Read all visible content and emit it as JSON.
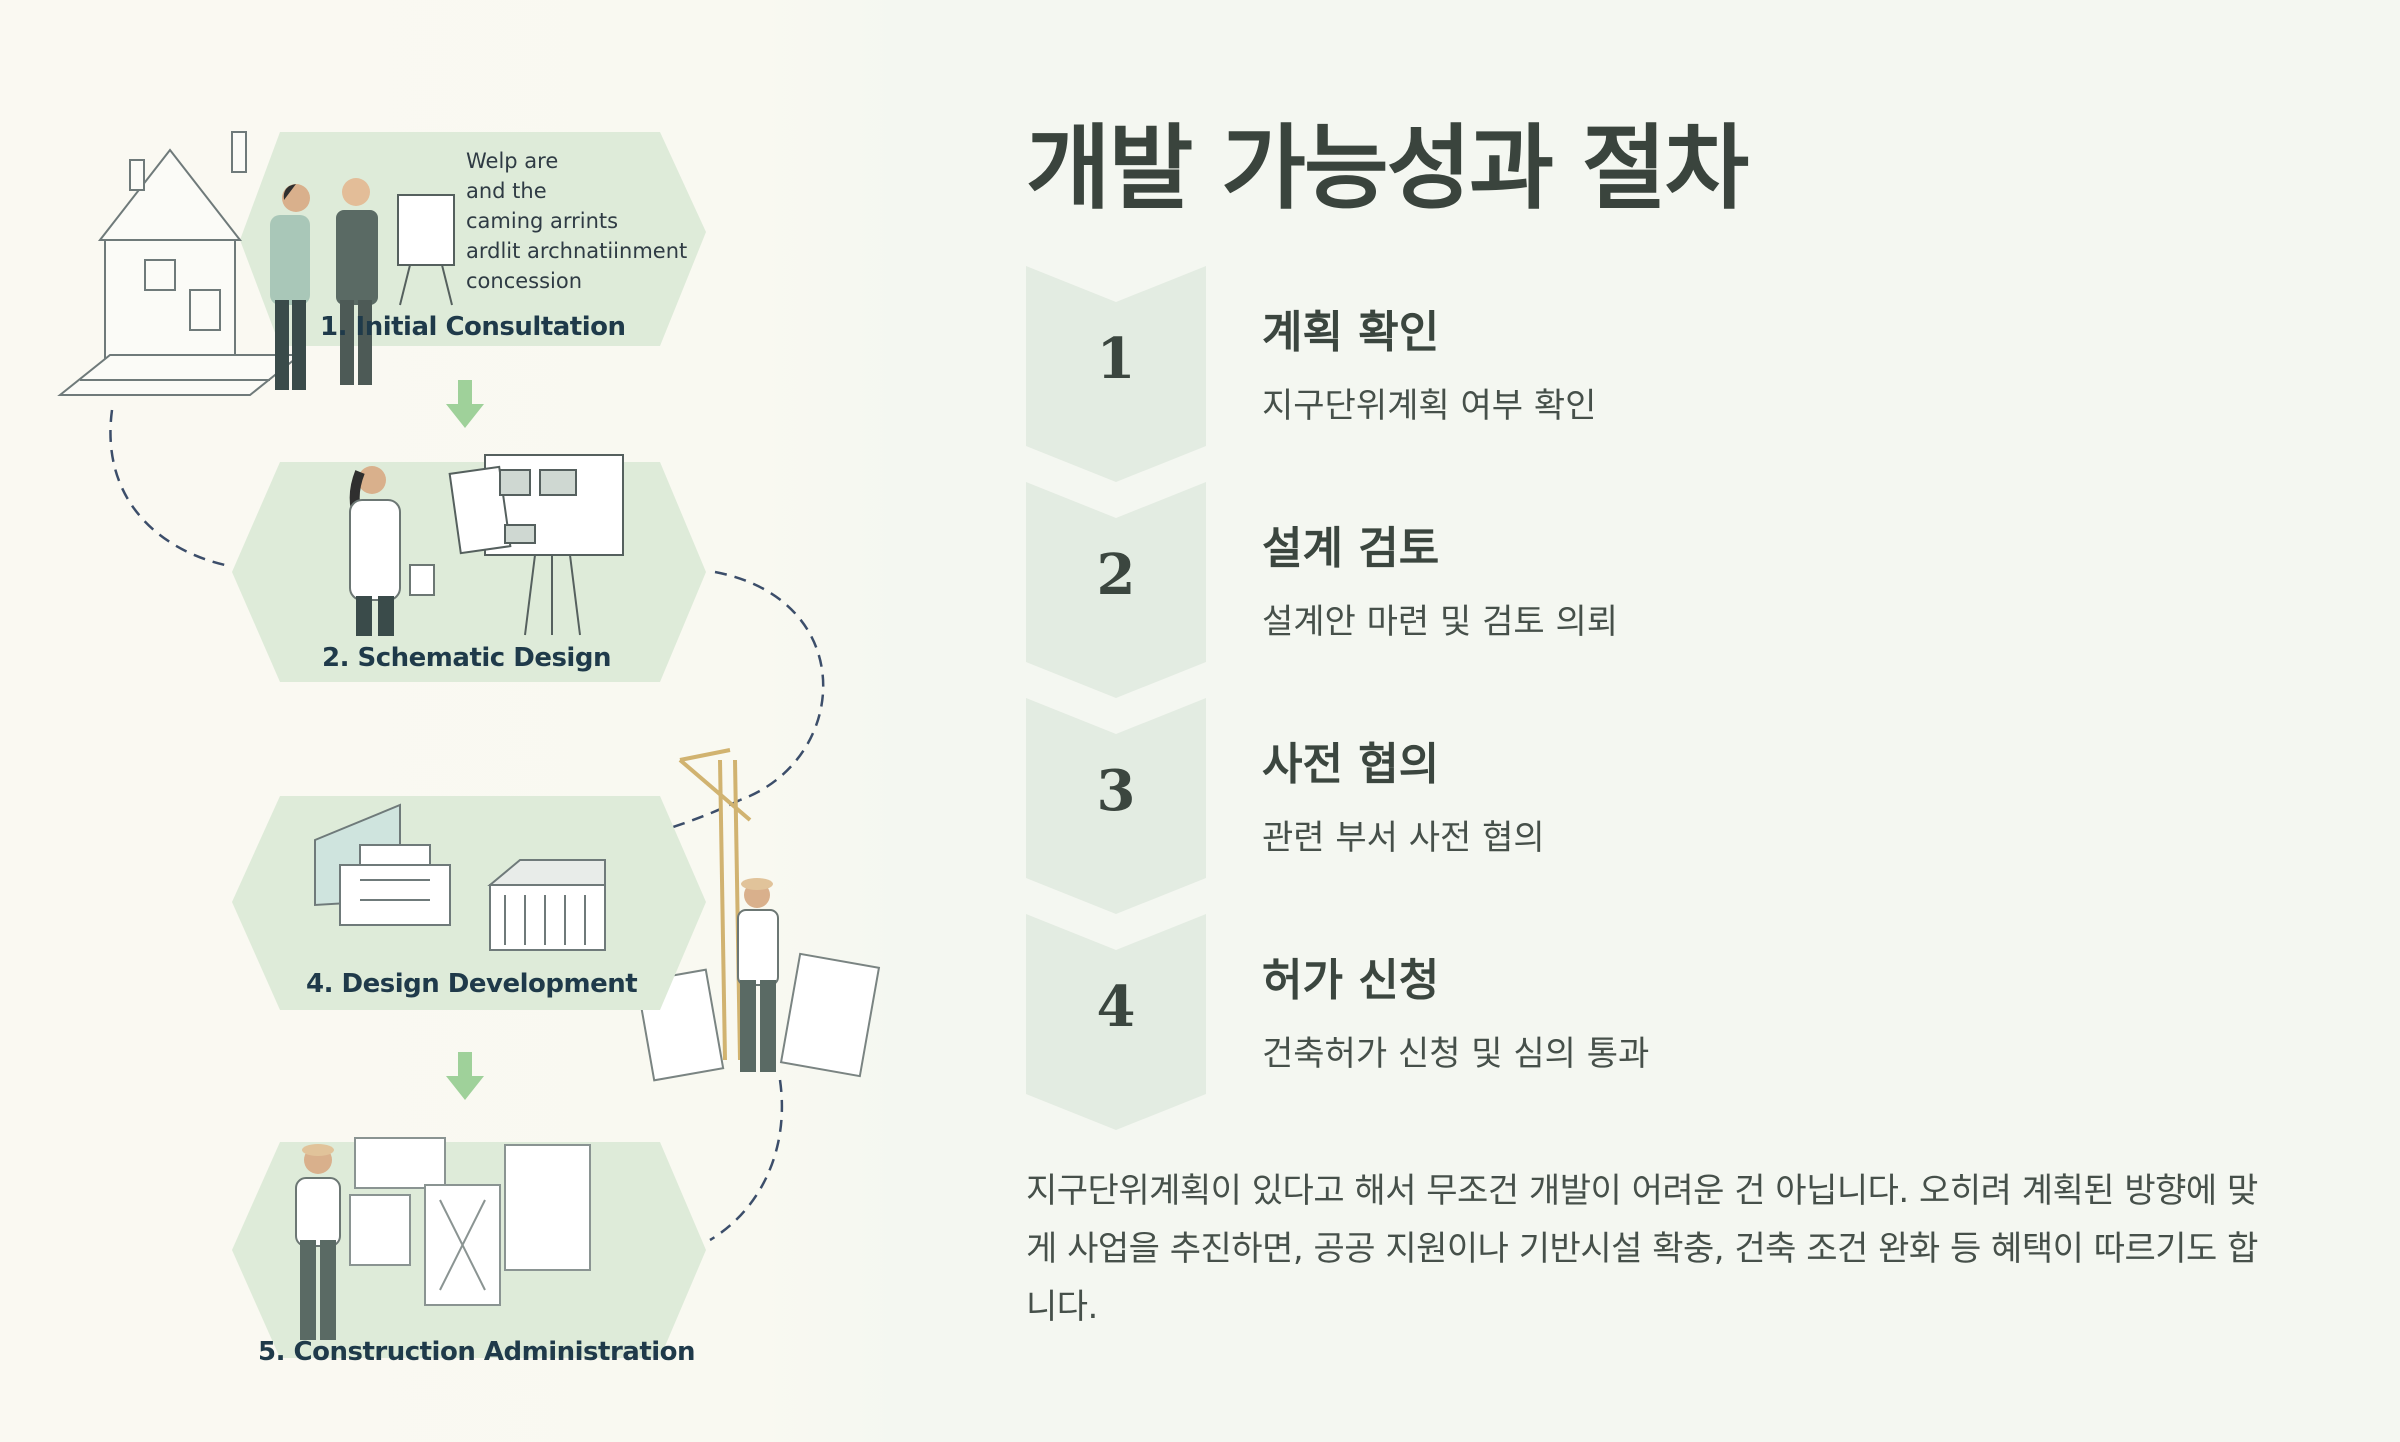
{
  "title": "개발 가능성과 절차",
  "steps": [
    {
      "number": "1",
      "title": "계획 확인",
      "desc": "지구단위계획 여부 확인"
    },
    {
      "number": "2",
      "title": "설계 검토",
      "desc": "설계안 마련 및 검토 의뢰"
    },
    {
      "number": "3",
      "title": "사전 협의",
      "desc": "관련 부서 사전 협의"
    },
    {
      "number": "4",
      "title": "허가 신청",
      "desc": "건축허가 신청 및 심의 통과"
    }
  ],
  "body": "지구단위계획이 있다고 해서 무조건 개발이 어려운 건 아닙니다. 오히려 계획된 방향에 맞게 사업을 추진하면, 공공 지원이나 기반시설 확충, 건축 조건 완화 등 혜택이 따르기도 합니다.",
  "illustration": {
    "stages": [
      {
        "label": "1. Initial Consultation"
      },
      {
        "label": "2.  Schematic Design"
      },
      {
        "label": "4. Design Development"
      },
      {
        "label": "5. Construction Administration"
      }
    ],
    "note_lines": [
      "Welp are",
      "and the",
      "caming arrints",
      "ardlit archnatiinment",
      "concession"
    ]
  },
  "colors": {
    "background": "#f4f7f1",
    "chevron": "#e3ece2",
    "hex": "#deebd9",
    "arrow": "#9fd19a",
    "dashed_path": "#3c4e6a",
    "text": "#3b463f"
  }
}
